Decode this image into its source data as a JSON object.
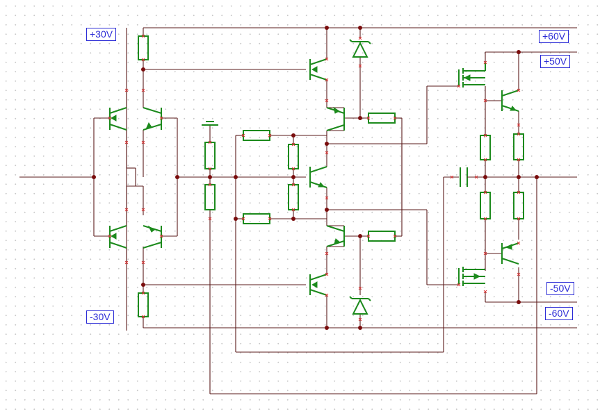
{
  "rails": {
    "plus30": "+30V",
    "minus30": "-30V",
    "plus60": "+60V",
    "plus50": "+50V",
    "minus50": "-50V",
    "minus60": "-60V"
  },
  "colors": {
    "wire": "#5a1a1a",
    "component": "#1c8a1c",
    "junction": "#7a0d0d",
    "label": "#2b2bd6",
    "grid_dot": "#c8c8c8"
  }
}
